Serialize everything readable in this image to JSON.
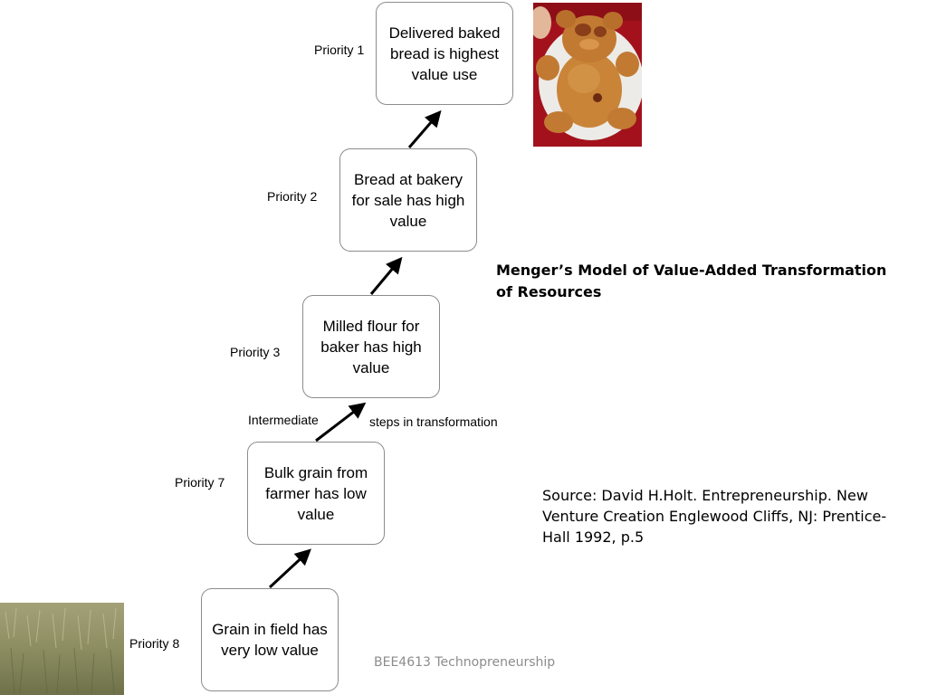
{
  "diagram": {
    "title": "Menger’s Model of Value-Added Transformation of Resources",
    "source": "Source: David H.Holt. Entrepreneurship. New Venture Creation Englewood Cliffs, NJ: Prentice-Hall 1992, p.5",
    "footer": "BEE4613 Technopreneurship",
    "intermediate_left": "Intermediate",
    "intermediate_right": "steps in transformation",
    "steps": [
      {
        "priority": "Priority 1",
        "text": "Delivered baked bread is highest value use"
      },
      {
        "priority": "Priority 2",
        "text": "Bread at bakery for sale has high value"
      },
      {
        "priority": "Priority 3",
        "text": "Milled flour for baker has high value"
      },
      {
        "priority": "Priority 7",
        "text": "Bulk grain from farmer has low value"
      },
      {
        "priority": "Priority 8",
        "text": "Grain in field has very low value"
      }
    ]
  }
}
